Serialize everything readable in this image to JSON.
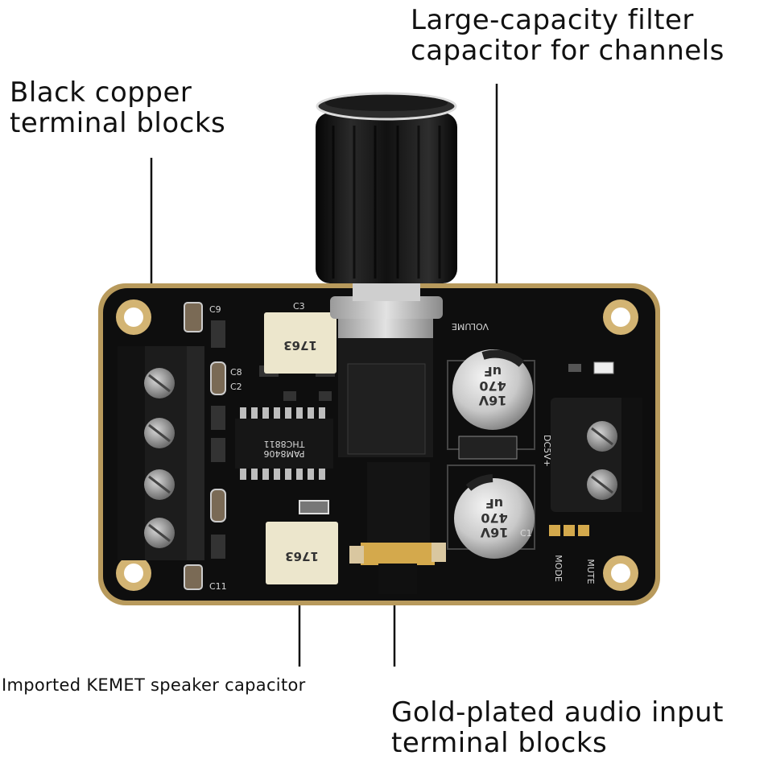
{
  "annotations": {
    "filter_capacitor": "Large-capacity filter\ncapacitor for channels",
    "terminal_blocks": "Black copper\nterminal blocks",
    "kemet_capacitor": "Imported KEMET speaker capacitor",
    "audio_input": "Gold-plated audio input\nterminal blocks"
  },
  "board_silkscreen": {
    "chip_line1": "PAM8406",
    "chip_line2": "THC8811",
    "volume": "VOLUME",
    "power": "DC5V+",
    "mode": "MODE",
    "mute": "MUTE",
    "cap_c9": "C9",
    "cap_c1": "C1",
    "cap_c3": "C3",
    "cap_c11": "C11",
    "cap_c2": "C2",
    "cap_c8": "C8",
    "kemet_top_text": "1763",
    "kemet_bottom_text": "1763",
    "elec_top_text": "16V\n470\nuF",
    "elec_bottom_text": "16V\n470\nuF"
  },
  "colors": {
    "pcb": "#0e0e0e",
    "pcb_edge": "#b89a5c",
    "knob": "#151515",
    "terminal": "#1c1c1c",
    "kemet": "#ece6cc",
    "screw": "#9a9a9a",
    "gold": "#d4a94c"
  }
}
